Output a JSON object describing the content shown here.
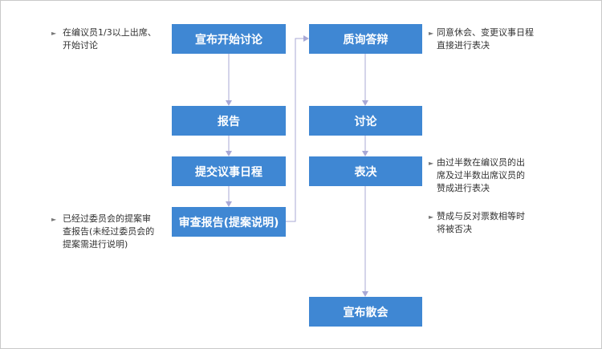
{
  "colors": {
    "box": "#3f87d3",
    "line": "#a9a9d6",
    "border": "#c9c9c9"
  },
  "left_column": {
    "start": "宣布开始讨论",
    "report": "报告",
    "agenda": "提交议事日程",
    "review": "审查报告(提案说明)"
  },
  "right_column": {
    "question": "质询答辩",
    "discussion": "讨论",
    "vote": "表决",
    "adjourn": "宣布散会"
  },
  "notes": {
    "start": "在编议员1/3以上出席、\n开始讨论",
    "review": "已经过委员会的提案审\n查报告(未经过委员会的\n提案需进行说明)",
    "question": "同意休会、变更议事日程\n直接进行表决",
    "vote_majority": "由过半数在编议员的出\n席及过半数出席议员的\n赞成进行表决",
    "vote_tie": "赞成与反对票数相等时\n将被否决"
  },
  "bullet_glyph": "►"
}
